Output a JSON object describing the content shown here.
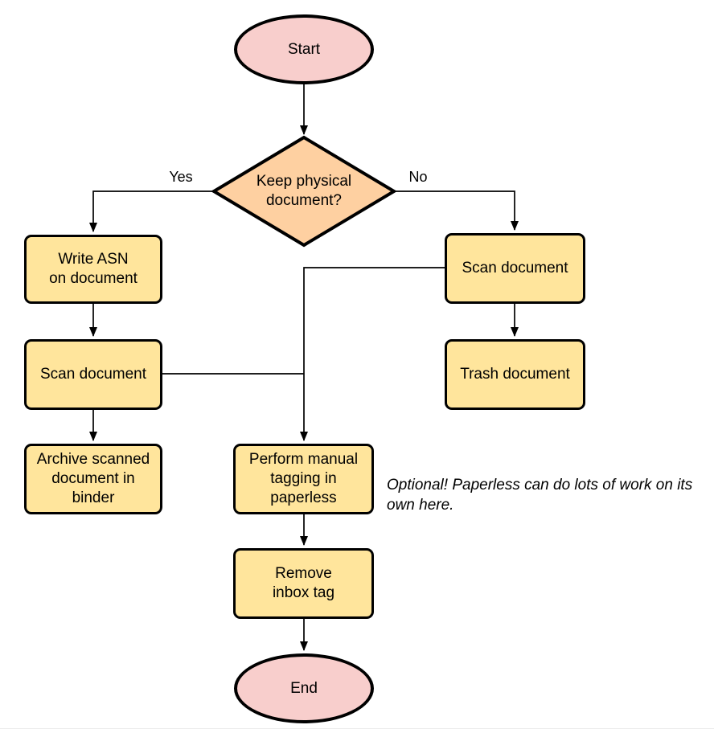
{
  "flowchart": {
    "nodes": [
      {
        "id": "start",
        "shape": "terminator",
        "label": "Start"
      },
      {
        "id": "decision",
        "shape": "decision",
        "label": "Keep physical\ndocument?"
      },
      {
        "id": "write-asn",
        "shape": "process",
        "label": "Write ASN\non document"
      },
      {
        "id": "scan-left",
        "shape": "process",
        "label": "Scan document"
      },
      {
        "id": "archive",
        "shape": "process",
        "label": "Archive scanned\ndocument in\nbinder"
      },
      {
        "id": "scan-right",
        "shape": "process",
        "label": "Scan document"
      },
      {
        "id": "trash",
        "shape": "process",
        "label": "Trash document"
      },
      {
        "id": "tagging",
        "shape": "process",
        "label": "Perform manual\ntagging in\npaperless"
      },
      {
        "id": "remove-inbox",
        "shape": "process",
        "label": "Remove\ninbox tag"
      },
      {
        "id": "end",
        "shape": "terminator",
        "label": "End"
      }
    ],
    "edge_labels": {
      "yes": "Yes",
      "no": "No"
    },
    "annotation": "Optional! Paperless can do lots of work on its own here.",
    "colors": {
      "terminator_fill": "#f8cecc",
      "decision_fill": "#fed0a1",
      "process_fill": "#ffe59c",
      "stroke": "#000000"
    }
  }
}
